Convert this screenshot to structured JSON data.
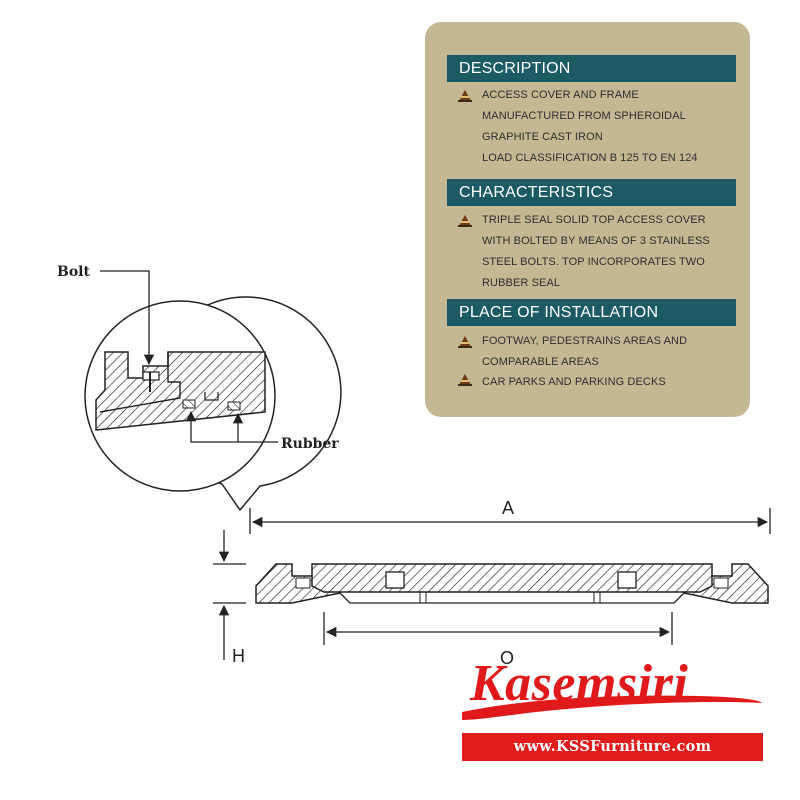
{
  "info": {
    "description": {
      "heading": "DESCRIPTION",
      "lines": [
        "ACCESS COVER AND FRAME",
        "MANUFACTURED FROM SPHEROIDAL",
        "GRAPHITE CAST IRON",
        "LOAD CLASSIFICATION B 125 TO EN 124"
      ]
    },
    "characteristics": {
      "heading": "CHARACTERISTICS",
      "lines": [
        "TRIPLE SEAL SOLID TOP ACCESS COVER",
        "WITH BOLTED BY MEANS OF 3 STAINLESS",
        "STEEL BOLTS. TOP INCORPORATES TWO",
        "RUBBER SEAL"
      ]
    },
    "installation": {
      "heading": "PLACE OF INSTALLATION",
      "lines": [
        "FOOTWAY, PEDESTRAINS AREAS AND",
        "COMPARABLE AREAS",
        "CAR PARKS AND PARKING DECKS"
      ]
    }
  },
  "diagram": {
    "bolt_label": "Bolt",
    "rubber_label": "Rubber",
    "dim_a": "A",
    "dim_h": "H",
    "dim_o": "O"
  },
  "logo": {
    "wordmark": "Kasemsiri",
    "url": "www.KSSFurniture.com"
  },
  "colors": {
    "panel": "#c3b893",
    "section_header": "#1c5b63",
    "brand_red": "#e01a1a"
  }
}
